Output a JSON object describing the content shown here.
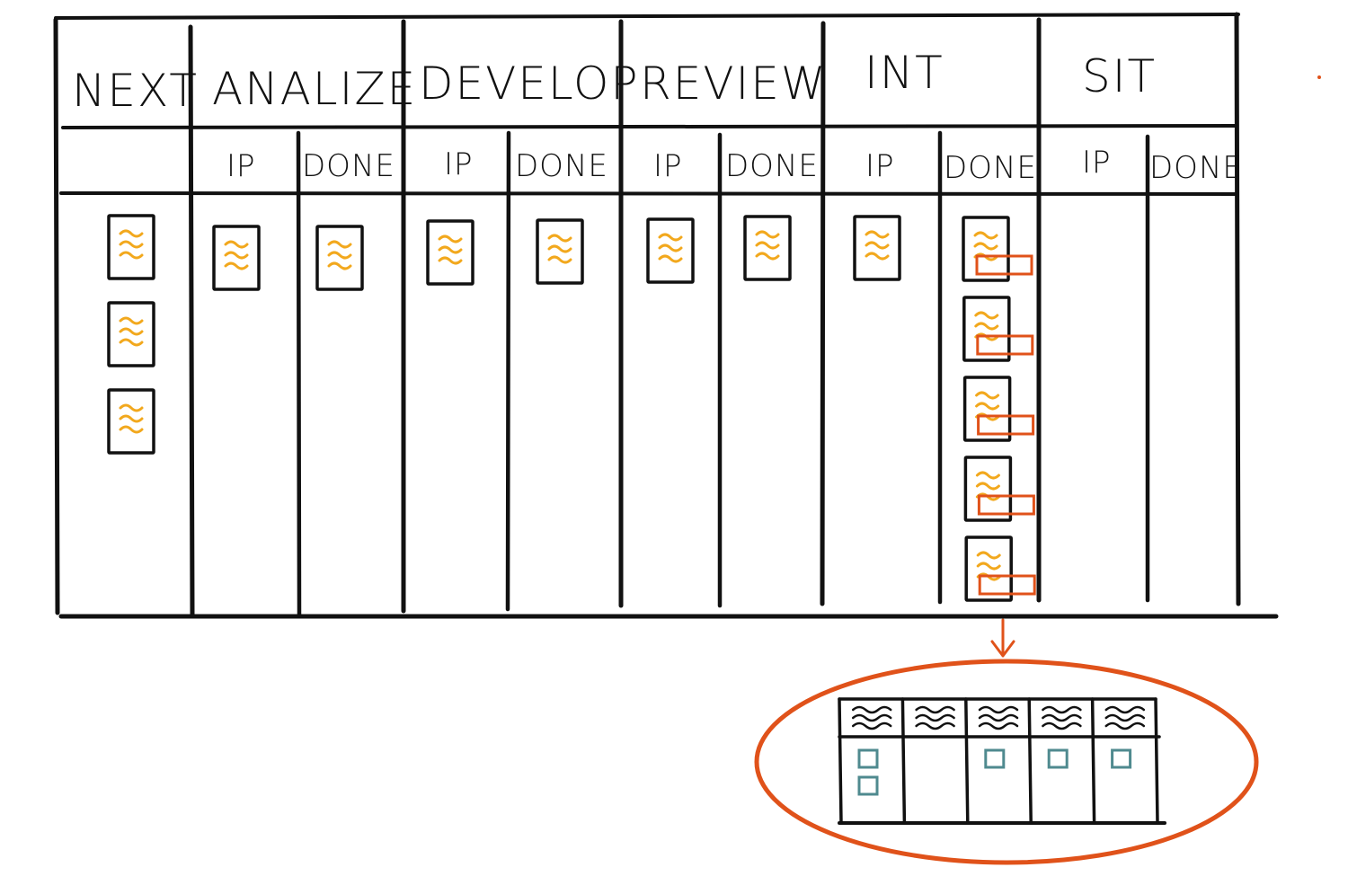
{
  "board": {
    "colors": {
      "ink": "#111111",
      "card_border": "#111111",
      "card_scribble": "#f2a81d",
      "highlight": "#e0521a",
      "checkbox": "#4f8a8f"
    },
    "stages": [
      {
        "id": "next",
        "title": "NEXT",
        "subs": []
      },
      {
        "id": "analize",
        "title": "ANALIZE",
        "subs": [
          "IP",
          "DONE"
        ]
      },
      {
        "id": "develop",
        "title": "DEVELOP",
        "subs": [
          "IP",
          "DONE"
        ]
      },
      {
        "id": "review",
        "title": "REVIEW",
        "subs": [
          "IP",
          "DONE"
        ]
      },
      {
        "id": "int",
        "title": "INT",
        "subs": [
          "IP",
          "DONE"
        ]
      },
      {
        "id": "sit",
        "title": "SIT",
        "subs": [
          "IP",
          "DONE"
        ]
      }
    ],
    "cards": [
      {
        "column": "next",
        "count": 3
      },
      {
        "column": "analize-ip",
        "count": 1
      },
      {
        "column": "analize-done",
        "count": 1
      },
      {
        "column": "develop-ip",
        "count": 1
      },
      {
        "column": "develop-done",
        "count": 1
      },
      {
        "column": "review-ip",
        "count": 1
      },
      {
        "column": "review-done",
        "count": 1
      },
      {
        "column": "int-ip",
        "count": 1
      },
      {
        "column": "int-done",
        "count": 5,
        "flagged": true
      },
      {
        "column": "sit-ip",
        "count": 0
      },
      {
        "column": "sit-done",
        "count": 0
      }
    ],
    "zoom_detail": {
      "columns": [
        {
          "checkboxes": 2
        },
        {
          "checkboxes": 0
        },
        {
          "checkboxes": 1
        },
        {
          "checkboxes": 1
        },
        {
          "checkboxes": 1
        }
      ]
    }
  }
}
